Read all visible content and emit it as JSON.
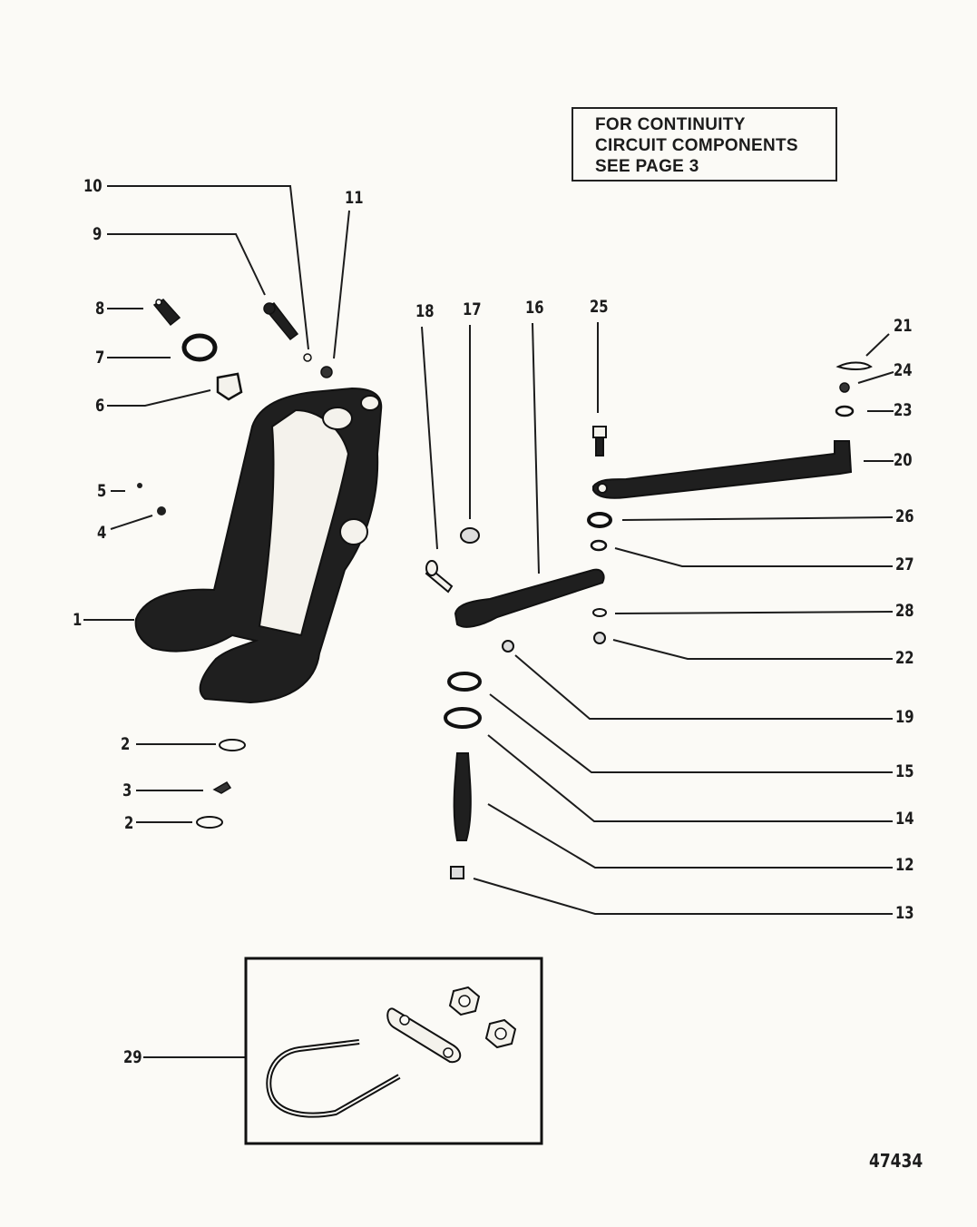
{
  "note": {
    "lines": [
      "FOR CONTINUITY",
      "CIRCUIT COMPONENTS",
      "SEE PAGE 3"
    ]
  },
  "figure_number": "47434",
  "part_labels": {
    "p1": "1",
    "p2a": "2",
    "p2b": "2",
    "p3": "3",
    "p4": "4",
    "p5": "5",
    "p6": "6",
    "p7": "7",
    "p8": "8",
    "p9": "9",
    "p10": "10",
    "p11": "11",
    "p12": "12",
    "p13": "13",
    "p14": "14",
    "p15": "15",
    "p16": "16",
    "p17": "17",
    "p18": "18",
    "p19": "19",
    "p20": "20",
    "p21": "21",
    "p22": "22",
    "p23": "23",
    "p24": "24",
    "p25": "25",
    "p26": "26",
    "p27": "27",
    "p28": "28",
    "p29": "29"
  },
  "colors": {
    "ink": "#1c1c1c",
    "paper": "#fbfaf6",
    "part_fill": "#1f1f1f"
  }
}
